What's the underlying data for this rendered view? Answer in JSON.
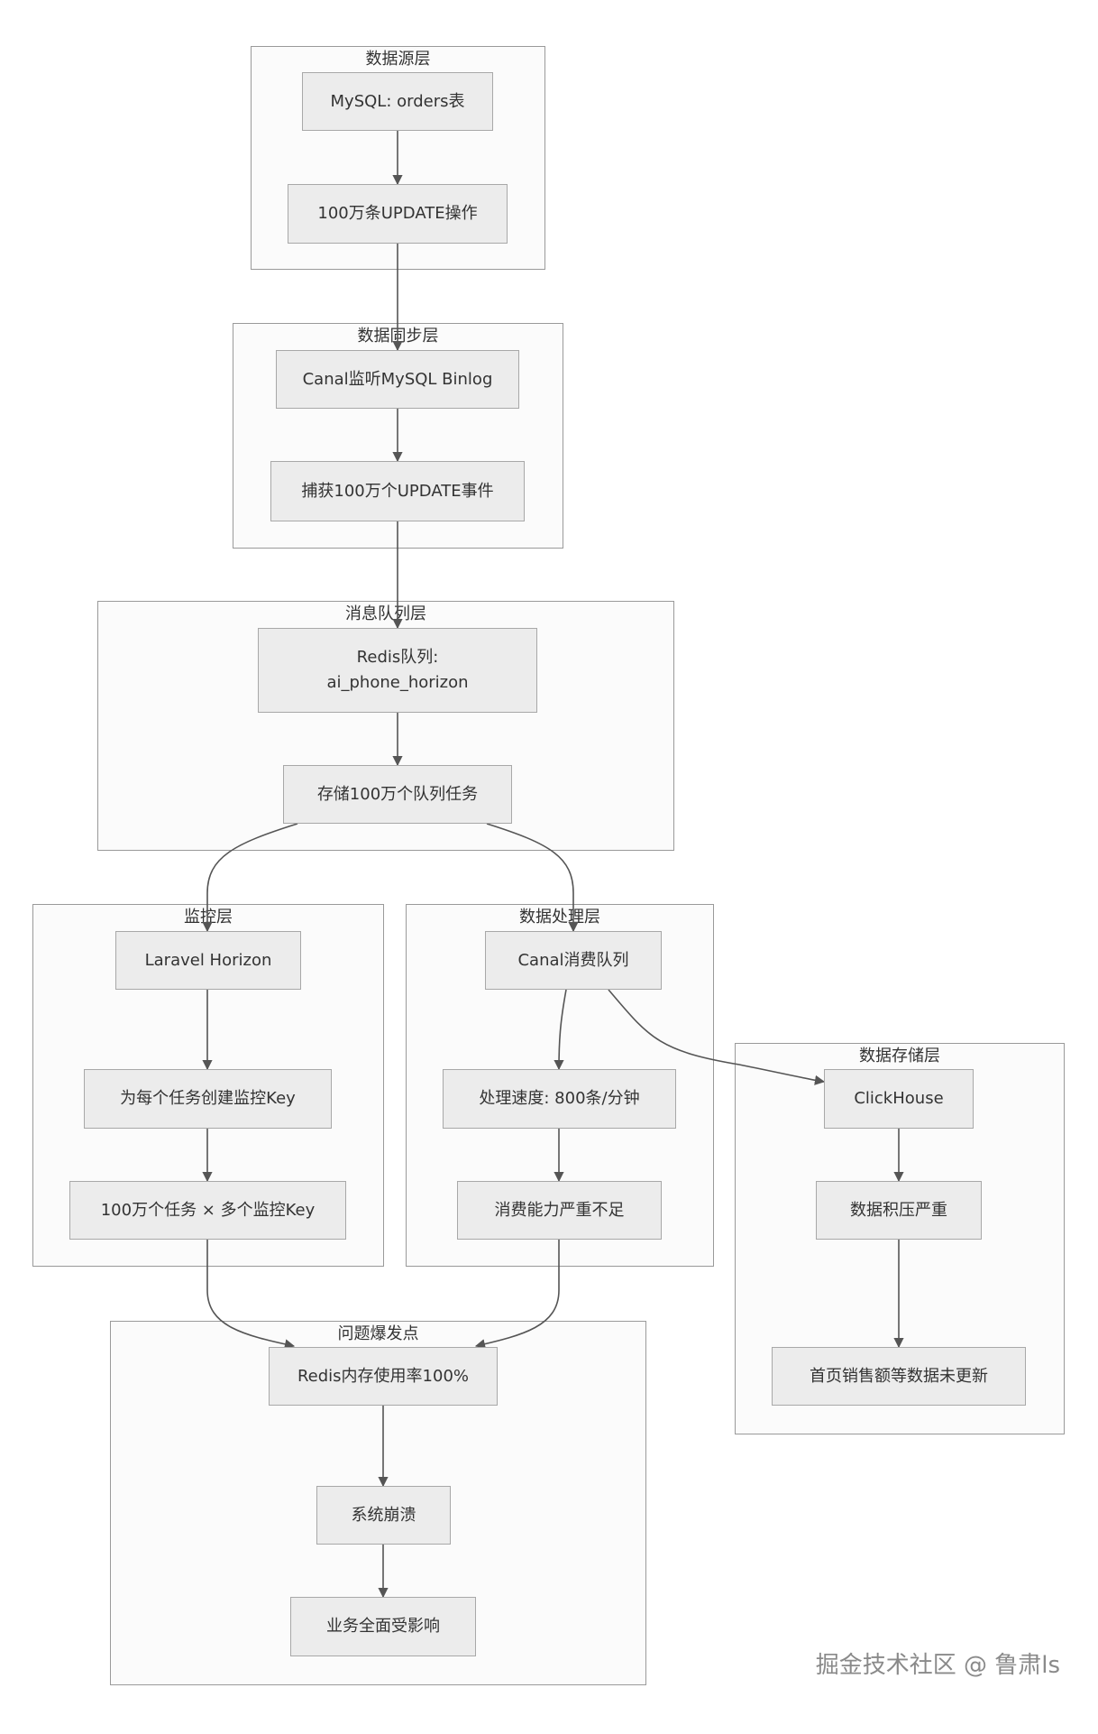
{
  "groups": {
    "source": "数据源层",
    "sync": "数据同步层",
    "queue": "消息队列层",
    "monitor": "监控层",
    "process": "数据处理层",
    "storage": "数据存储层",
    "issue": "问题爆发点"
  },
  "nodes": {
    "mysql": "MySQL: orders表",
    "update_ops": "100万条UPDATE操作",
    "canal_binlog": "Canal监听MySQL Binlog",
    "capture": "捕获100万个UPDATE事件",
    "redis_queue": "Redis队列:\nai_phone_horizon",
    "store_tasks": "存储100万个队列任务",
    "horizon": "Laravel Horizon",
    "create_key": "为每个任务创建监控Key",
    "multi_key": "100万个任务 × 多个监控Key",
    "canal_consume": "Canal消费队列",
    "speed": "处理速度: 800条/分钟",
    "insufficient": "消费能力严重不足",
    "clickhouse": "ClickHouse",
    "backlog": "数据积压严重",
    "not_updated": "首页销售额等数据未更新",
    "redis_mem": "Redis内存使用率100%",
    "crash": "系统崩溃",
    "impact": "业务全面受影响"
  },
  "watermark": "掘金技术社区 @ 鲁肃ls",
  "colors": {
    "stroke": "#555555",
    "node_fill": "#ececec",
    "group_fill": "#fbfbfb"
  }
}
